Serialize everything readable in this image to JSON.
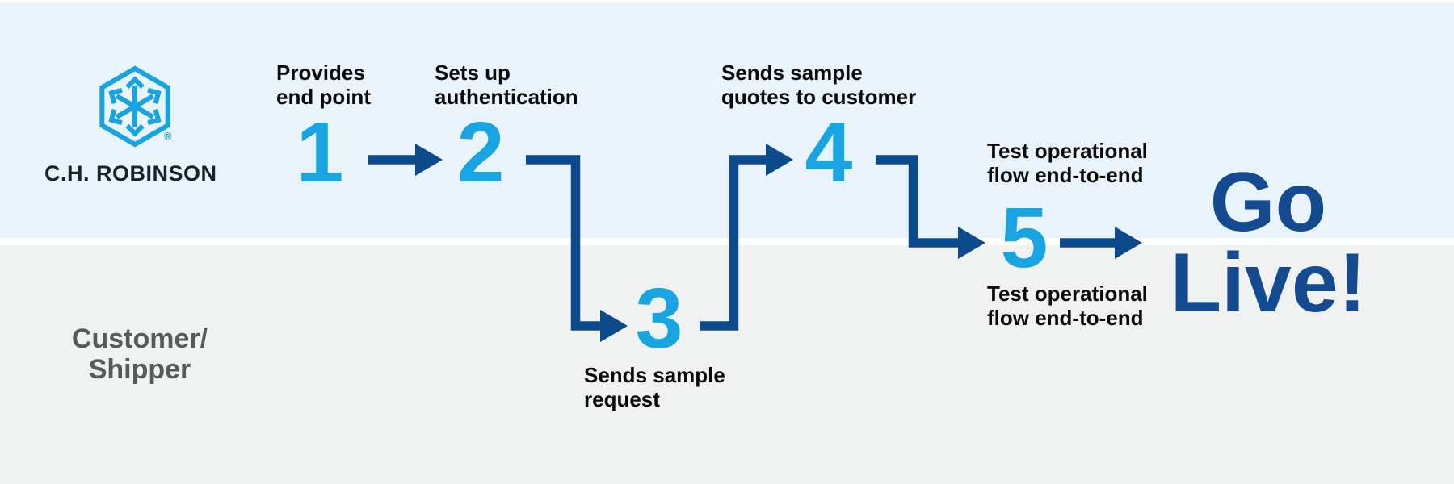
{
  "lanes": {
    "provider": {
      "wordmark": "C.H. ROBINSON",
      "registered_mark": "®"
    },
    "customer": {
      "label_line1": "Customer/",
      "label_line2": "Shipper"
    }
  },
  "steps": [
    {
      "number": "1",
      "label_line1": "Provides",
      "label_line2": "end point"
    },
    {
      "number": "2",
      "label_line1": "Sets up",
      "label_line2": "authentication"
    },
    {
      "number": "3",
      "label_line1": "Sends sample",
      "label_line2": "request"
    },
    {
      "number": "4",
      "label_line1": "Sends sample",
      "label_line2": "quotes to customer"
    },
    {
      "number": "5",
      "label_top_line1": "Test operational",
      "label_top_line2": "flow end-to-end",
      "label_bottom_line1": "Test operational",
      "label_bottom_line2": "flow end-to-end"
    }
  ],
  "outcome": {
    "line1": "Go",
    "line2": "Live!"
  },
  "colors": {
    "lane_top_bg": "#e9f3fb",
    "lane_bottom_bg": "#f0f2f1",
    "divider": "#ffffff",
    "step_number_cyan": "#18a3e1",
    "arrow_navy": "#0d4a8c",
    "go_live_navy": "#134a90",
    "label_black": "#0a0a0a",
    "customer_gray": "#58595b",
    "wordmark_dark": "#17222b"
  }
}
